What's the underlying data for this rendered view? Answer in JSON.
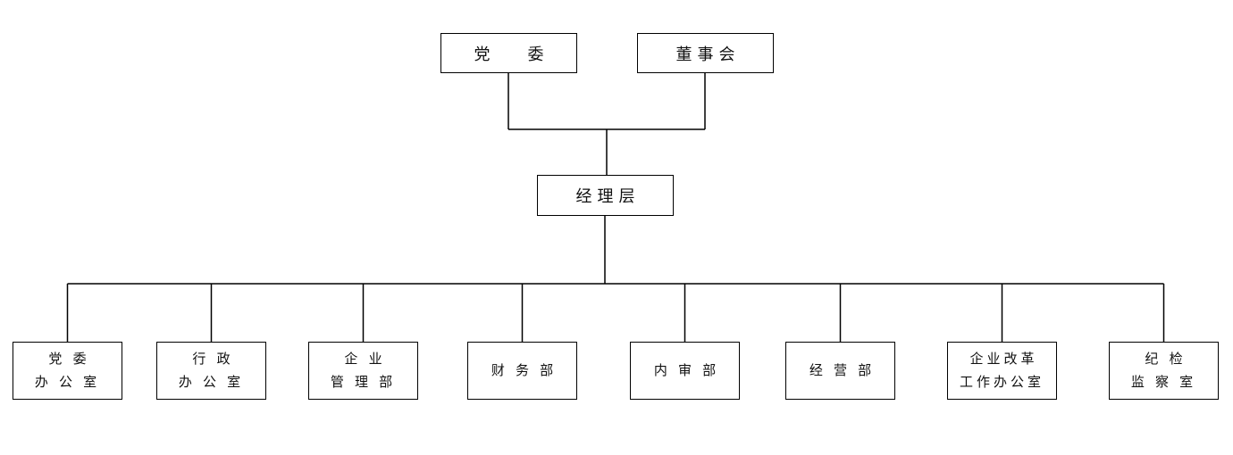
{
  "org_chart": {
    "nodes": {
      "party_committee": {
        "label": "党　委"
      },
      "board_of_directors": {
        "label": "董事会"
      },
      "management_level": {
        "label": "经理层"
      },
      "departments": [
        {
          "label": "党 委\n办 公 室"
        },
        {
          "label": "行 政\n办 公 室"
        },
        {
          "label": "企 业\n管 理 部"
        },
        {
          "label": "财 务 部"
        },
        {
          "label": "内 审 部"
        },
        {
          "label": "经 营 部"
        },
        {
          "label": "企业改革\n工作办公室"
        },
        {
          "label": "纪 检\n监 察 室"
        }
      ]
    },
    "hierarchy": {
      "top_row": [
        "party_committee",
        "board_of_directors"
      ],
      "middle": "management_level",
      "bottom_row_parent": "management_level",
      "bottom_row_count": 8
    },
    "colors": {
      "line": "#000000",
      "background": "#ffffff",
      "text": "#111111"
    }
  }
}
